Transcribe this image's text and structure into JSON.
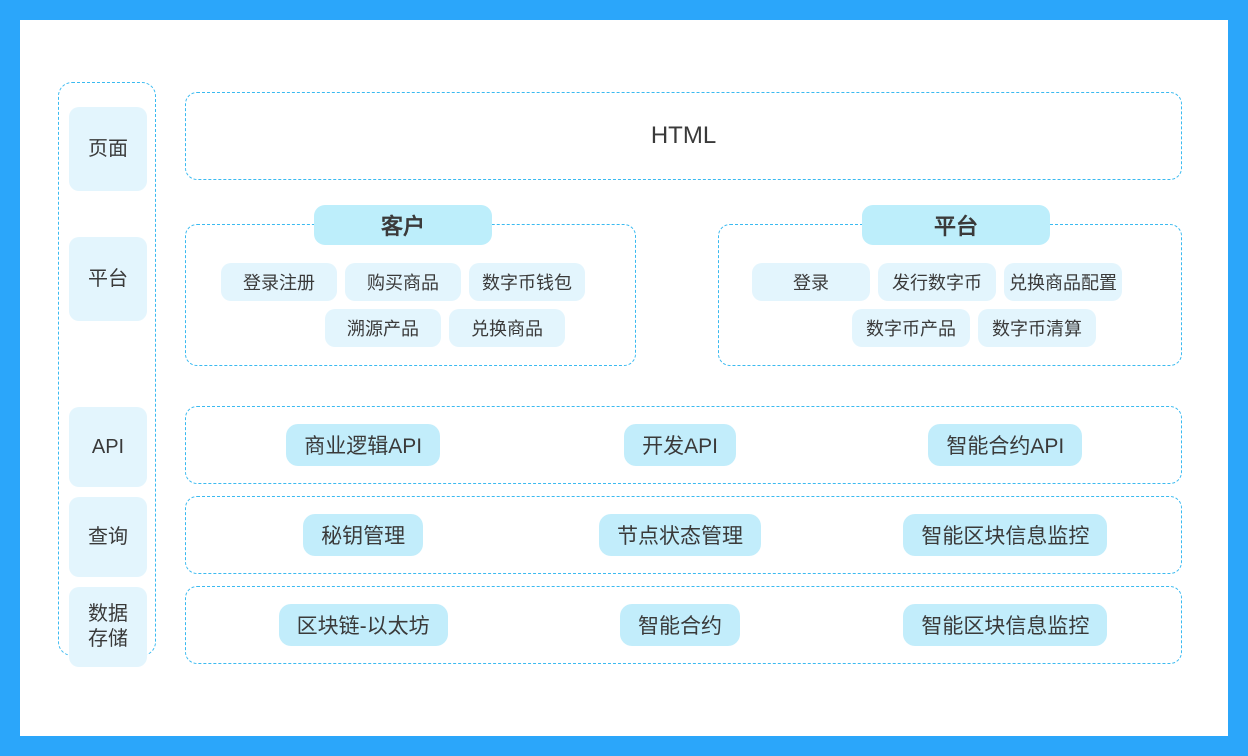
{
  "theme": {
    "page_border": "#2ba6fa",
    "canvas": "#ffffff",
    "dashed_border": "#3bbaf0",
    "chip_pale": "#e3f5fd",
    "chip_strong": "#c2edfb",
    "title_chip": "#bdeefb",
    "text": "#3a3a3a"
  },
  "sidebar": {
    "items": [
      {
        "label": "页面"
      },
      {
        "label": "平台"
      },
      {
        "label": "API"
      },
      {
        "label": "查询"
      },
      {
        "label": "数据\n存储"
      }
    ]
  },
  "banner": {
    "label": "HTML"
  },
  "groups": [
    {
      "title": "客户",
      "rows": [
        [
          "登录注册",
          "购买商品",
          "数字币钱包"
        ],
        [
          "溯源产品",
          "兑换商品"
        ]
      ]
    },
    {
      "title": "平台",
      "rows": [
        [
          "登录",
          "发行数字币",
          "兑换商品配置"
        ],
        [
          "数字币产品",
          "数字币清算"
        ]
      ]
    }
  ],
  "stacks": [
    {
      "name": "api",
      "items": [
        "商业逻辑API",
        "开发API",
        "智能合约API"
      ]
    },
    {
      "name": "query",
      "items": [
        "秘钥管理",
        "节点状态管理",
        "智能区块信息监控"
      ]
    },
    {
      "name": "storage",
      "items": [
        "区块链-以太坊",
        "智能合约",
        "智能区块信息监控"
      ]
    }
  ]
}
